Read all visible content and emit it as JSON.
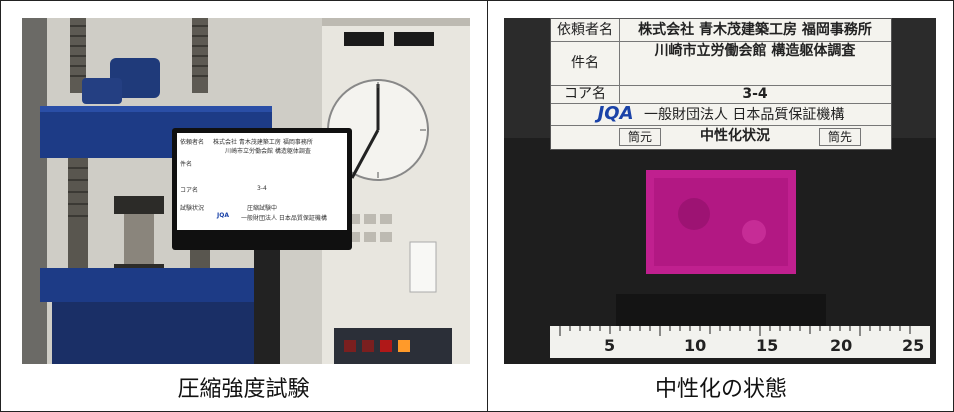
{
  "panels": [
    {
      "caption": "圧縮強度試験",
      "monitor": {
        "client_label": "依頼者名",
        "client_value": "株式会社 青木茂建築工房 福岡事務所",
        "project_value": "川崎市立労働会館 構造躯体調査",
        "project_label": "件名",
        "core_label": "コア名",
        "core_value": "3-4",
        "test_label": "試験状況",
        "test_value": "圧縮試験中",
        "org_logo": "JQA",
        "org_name": "一般財団法人 日本品質保証機構"
      }
    },
    {
      "caption": "中性化の状態",
      "label_card": {
        "client_label": "依頼者名",
        "client_value": "株式会社 青木茂建築工房 福岡事務所",
        "project_label": "件名",
        "project_value": "川崎市立労働会館 構造躯体調査",
        "core_label": "コア名",
        "core_value": "3-4",
        "org_logo": "JQA",
        "org_name": "一般財団法人 日本品質保証機構",
        "status_left": "筒元",
        "status_center": "中性化状況",
        "status_right": "筒先"
      },
      "ruler_labels": [
        "5",
        "10",
        "15",
        "20",
        "25"
      ]
    }
  ]
}
